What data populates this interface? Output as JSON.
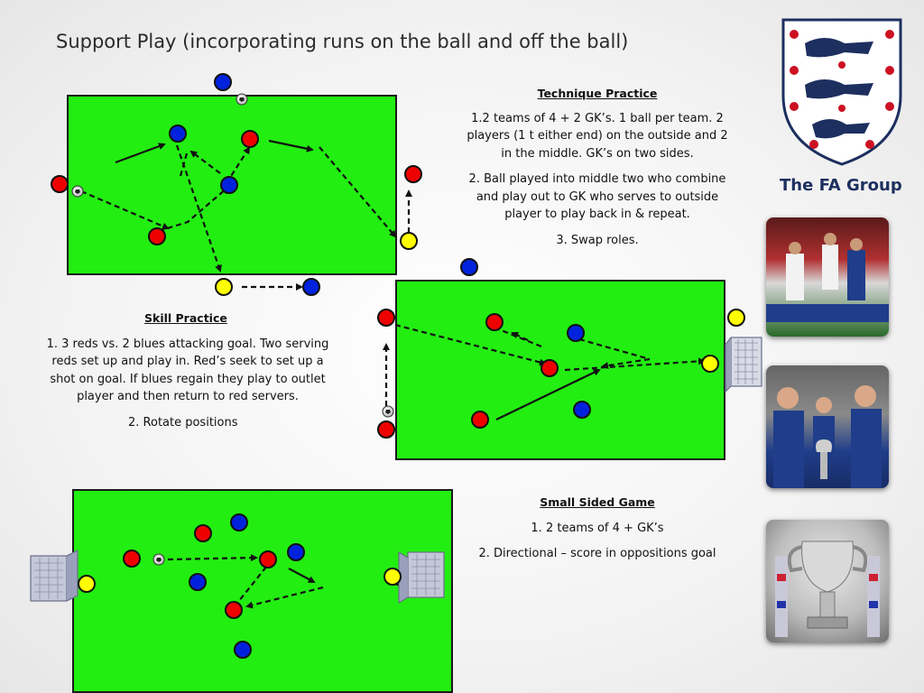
{
  "title": "Support Play (incorporating runs on the ball and off the ball)",
  "colors": {
    "pitch": "#22EE11",
    "red_player": "#EE0000",
    "blue_player": "#0022DD",
    "yellow_gk": "#FFFF00",
    "fa_navy": "#1D2F5F"
  },
  "technique": {
    "heading": "Technique Practice",
    "lines": [
      "1.2 teams of 4 + 2 GK’s. 1 ball per team. 2",
      "players (1 t either end) on the outside and 2",
      "in the middle. GK’s on two sides.",
      "2. Ball played into middle two who combine",
      "and play out to GK who serves to outside",
      "player to  play back in & repeat.",
      "3. Swap roles."
    ]
  },
  "skill": {
    "heading": "Skill Practice",
    "lines": [
      "1.  3 reds vs. 2 blues attacking goal. Two serving",
      "reds set up and play in. Red’s seek to set up a",
      "shot on goal. If blues regain they play to outlet",
      "player and then return to red servers.",
      "2. Rotate positions"
    ]
  },
  "ssg": {
    "heading": "Small Sided Game",
    "lines": [
      "1.  2 teams of 4 + GK’s",
      "2. Directional – score in oppositions goal"
    ]
  },
  "brand": {
    "name": "The FA Group"
  },
  "icons": [
    "three-lions-crest-icon",
    "football-icon",
    "goal-net-icon",
    "trophy-icon"
  ]
}
